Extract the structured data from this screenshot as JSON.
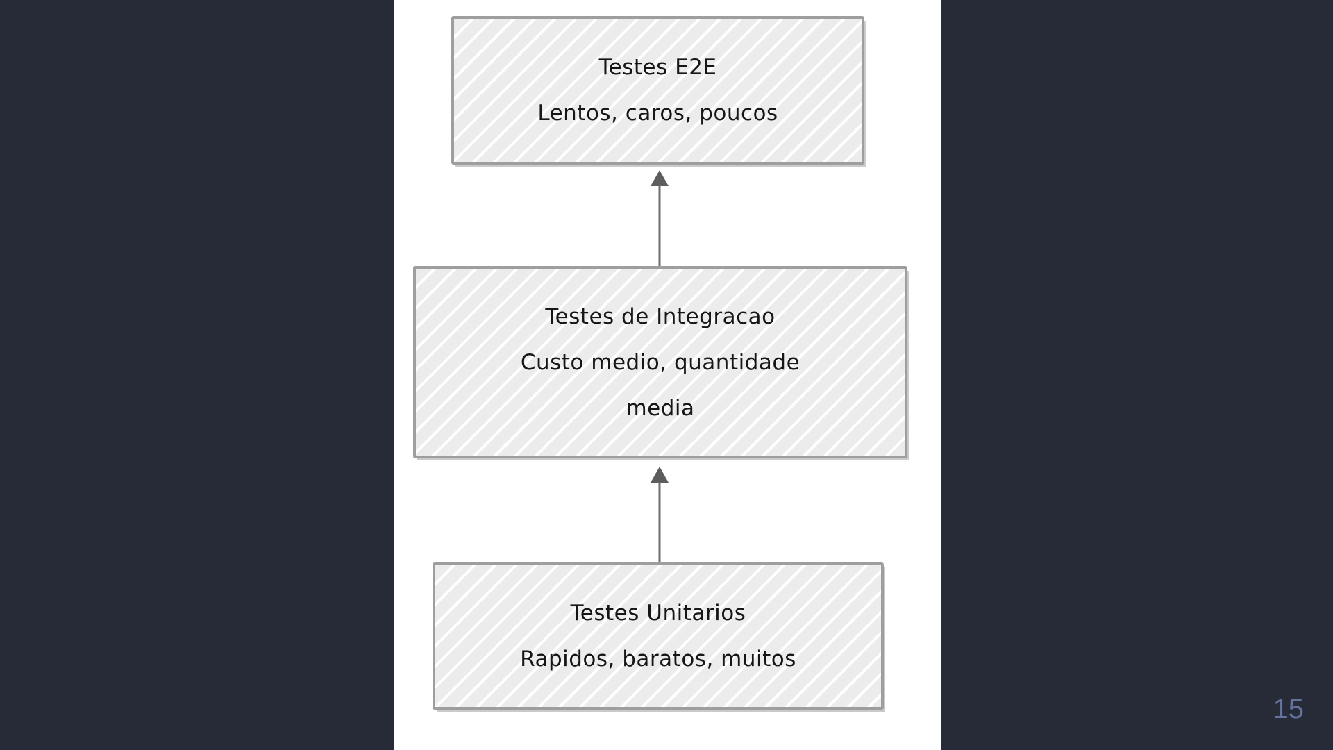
{
  "slide": {
    "page_number": "15"
  },
  "colors": {
    "background": "#272b38",
    "panel": "#ffffff",
    "box-fill": "#ececec",
    "box-hatch": "#ffffff",
    "box-border": "#9e9e9e",
    "box-text": "#161616",
    "arrow": "#6e6e6e",
    "arrowhead": "#5d5d5d",
    "page-number": "#64749e"
  },
  "diagram": {
    "type": "flow",
    "direction": "bottom-to-top",
    "nodes": [
      {
        "id": "testes-e2e",
        "lines": [
          "Testes E2E",
          "Lentos, caros, poucos"
        ]
      },
      {
        "id": "testes-integracao",
        "lines": [
          "Testes de Integracao",
          "Custo medio, quantidade",
          "media"
        ]
      },
      {
        "id": "testes-unitarios",
        "lines": [
          "Testes Unitarios",
          "Rapidos, baratos, muitos"
        ]
      }
    ],
    "arrows": [
      {
        "id": "integracao-to-e2e",
        "from": "testes-integracao",
        "to": "testes-e2e",
        "direction": "up"
      },
      {
        "id": "unitarios-to-integracao",
        "from": "testes-unitarios",
        "to": "testes-integracao",
        "direction": "up"
      }
    ]
  }
}
